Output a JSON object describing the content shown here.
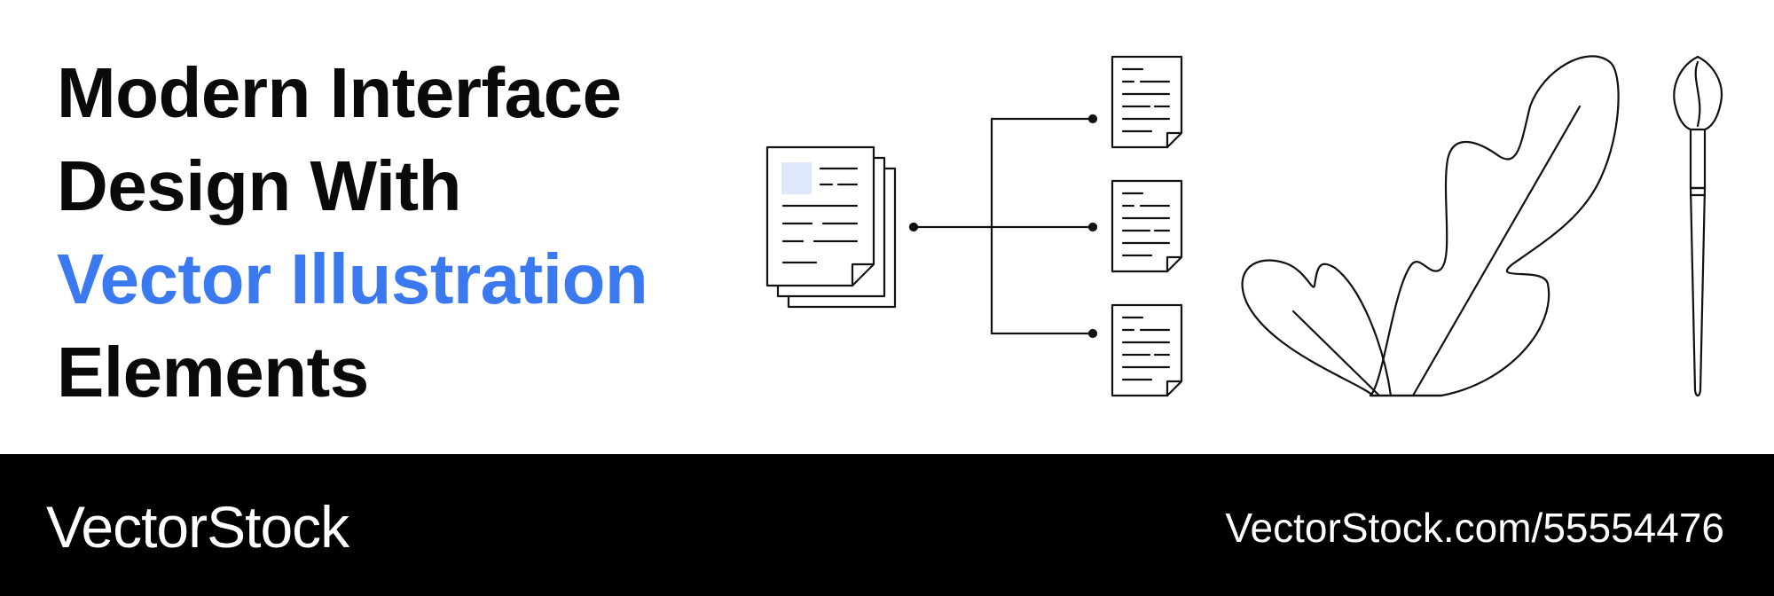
{
  "headline": {
    "line1": "Modern Interface",
    "line2": "Design With",
    "line3": "Vector Illustration",
    "line4": "Elements"
  },
  "footer": {
    "brand": "VectorStock",
    "url": "VectorStock.com/55554476"
  },
  "colors": {
    "accent": "#3b79f0",
    "text": "#0a0a0a",
    "footer_bg": "#000000",
    "document_highlight": "#dfe7fb"
  },
  "icons": [
    "document-stack-icon",
    "document-icon",
    "leaf-plant-icon",
    "paintbrush-icon"
  ]
}
